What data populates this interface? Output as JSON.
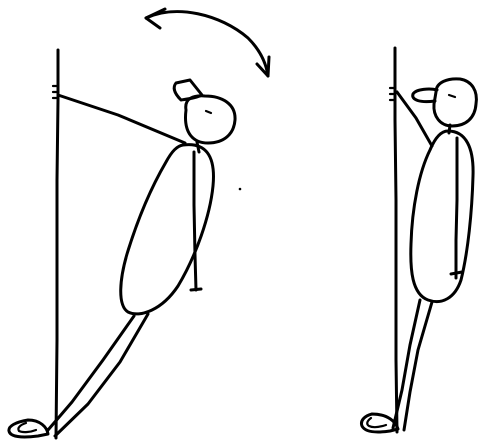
{
  "figure": {
    "panels": [
      {
        "id": "left",
        "pose": "leaning"
      },
      {
        "id": "right",
        "pose": "standing"
      }
    ],
    "arrow": {
      "type": "double-headed-curved"
    }
  }
}
